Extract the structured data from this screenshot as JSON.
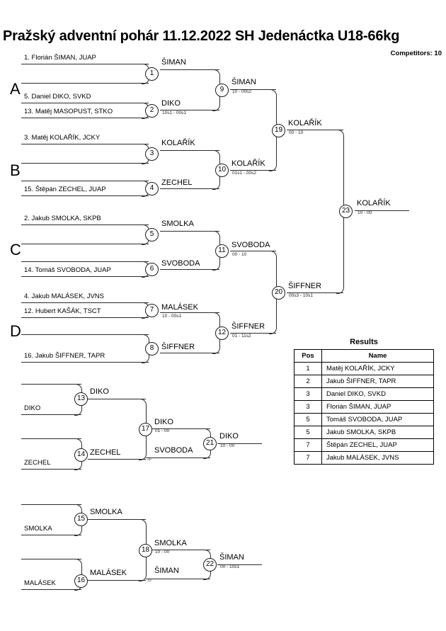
{
  "header": {
    "title": "Pražský adventní pohár  11.12.2022  SH Jedenáctka   U18-66kg",
    "competitors": "Competitors: 10"
  },
  "pools": [
    "A",
    "B",
    "C",
    "D"
  ],
  "entrants": [
    {
      "label": "1. Florián ŠIMAN, JUAP"
    },
    {
      "label": "5. Daniel DIKO, SVKD"
    },
    {
      "label": "13. Matěj MASOPUST, STKO"
    },
    {
      "label": "3. Matěj KOLAŘÍK, JCKY"
    },
    {
      "label": "15. Štěpán ZECHEL, JUAP"
    },
    {
      "label": "2. Jakub SMOLKA, SKPB"
    },
    {
      "label": "14. Tomáš SVOBODA, JUAP"
    },
    {
      "label": "4. Jakub MALÁSEK, JVNS"
    },
    {
      "label": "12. Hubert KAŠÁK, TSCT"
    },
    {
      "label": "16. Jakub ŠIFFNER, TAPR"
    }
  ],
  "matches": {
    "m1": {
      "no": "1",
      "winner": "ŠIMAN",
      "score": ""
    },
    "m2": {
      "no": "2",
      "winner": "DIKO",
      "score": "10s1 - 00s1"
    },
    "m3": {
      "no": "3",
      "winner": "KOLAŘÍK",
      "score": ""
    },
    "m4": {
      "no": "4",
      "winner": "ZECHEL",
      "score": ""
    },
    "m5": {
      "no": "5",
      "winner": "SMOLKA",
      "score": ""
    },
    "m6": {
      "no": "6",
      "winner": "SVOBODA",
      "score": ""
    },
    "m7": {
      "no": "7",
      "winner": "MALÁSEK",
      "score": "10 - 00s1"
    },
    "m8": {
      "no": "8",
      "winner": "ŠIFFNER",
      "score": ""
    },
    "m9": {
      "no": "9",
      "winner": "ŠIMAN",
      "score": "10 - 00s2"
    },
    "m10": {
      "no": "10",
      "winner": "KOLAŘÍK",
      "score": "01s1 - 00s2"
    },
    "m11": {
      "no": "11",
      "winner": "SVOBODA",
      "score": "00 - 10"
    },
    "m12": {
      "no": "12",
      "winner": "ŠIFFNER",
      "score": "01 - 11s2"
    },
    "m19": {
      "no": "19",
      "winner": "KOLAŘÍK",
      "score": "00 - 10"
    },
    "m20": {
      "no": "20",
      "winner": "ŠIFFNER",
      "score": "00s3 - 10s1"
    },
    "m23": {
      "no": "23",
      "winner": "KOLAŘÍK",
      "score": "10 - 00"
    },
    "m13": {
      "no": "13",
      "winner": "DIKO",
      "score": "",
      "feeder": "DIKO"
    },
    "m14": {
      "no": "14",
      "winner": "ZECHEL",
      "score": "",
      "feeder": "ZECHEL"
    },
    "m17": {
      "no": "17",
      "winner": "DIKO",
      "score": "01 - 00"
    },
    "m21": {
      "no": "21",
      "winner": "DIKO",
      "score": "10 - 00",
      "opponent": "SVOBODA",
      "opponent_from": "20"
    },
    "m15": {
      "no": "15",
      "winner": "SMOLKA",
      "score": "",
      "feeder": "SMOLKA"
    },
    "m16": {
      "no": "16",
      "winner": "MALÁSEK",
      "score": "",
      "feeder": "MALÁSEK"
    },
    "m18": {
      "no": "18",
      "winner": "SMOLKA",
      "score": "10 - 00"
    },
    "m22": {
      "no": "22",
      "winner": "ŠIMAN",
      "score": "00 - 10s1",
      "opponent": "ŠIMAN",
      "opponent_from": "19"
    }
  },
  "results": {
    "title": "Results",
    "columns": [
      "Pos",
      "Name"
    ],
    "rows": [
      {
        "pos": "1",
        "name": "Matěj KOLAŘÍK, JCKY"
      },
      {
        "pos": "2",
        "name": "Jakub ŠIFFNER, TAPR"
      },
      {
        "pos": "3",
        "name": "Daniel DIKO, SVKD"
      },
      {
        "pos": "3",
        "name": "Florián ŠIMAN, JUAP"
      },
      {
        "pos": "5",
        "name": "Tomáš SVOBODA, JUAP"
      },
      {
        "pos": "5",
        "name": "Jakub SMOLKA, SKPB"
      },
      {
        "pos": "7",
        "name": "Štěpán ZECHEL, JUAP"
      },
      {
        "pos": "7",
        "name": "Jakub MALÁSEK, JVNS"
      }
    ]
  }
}
